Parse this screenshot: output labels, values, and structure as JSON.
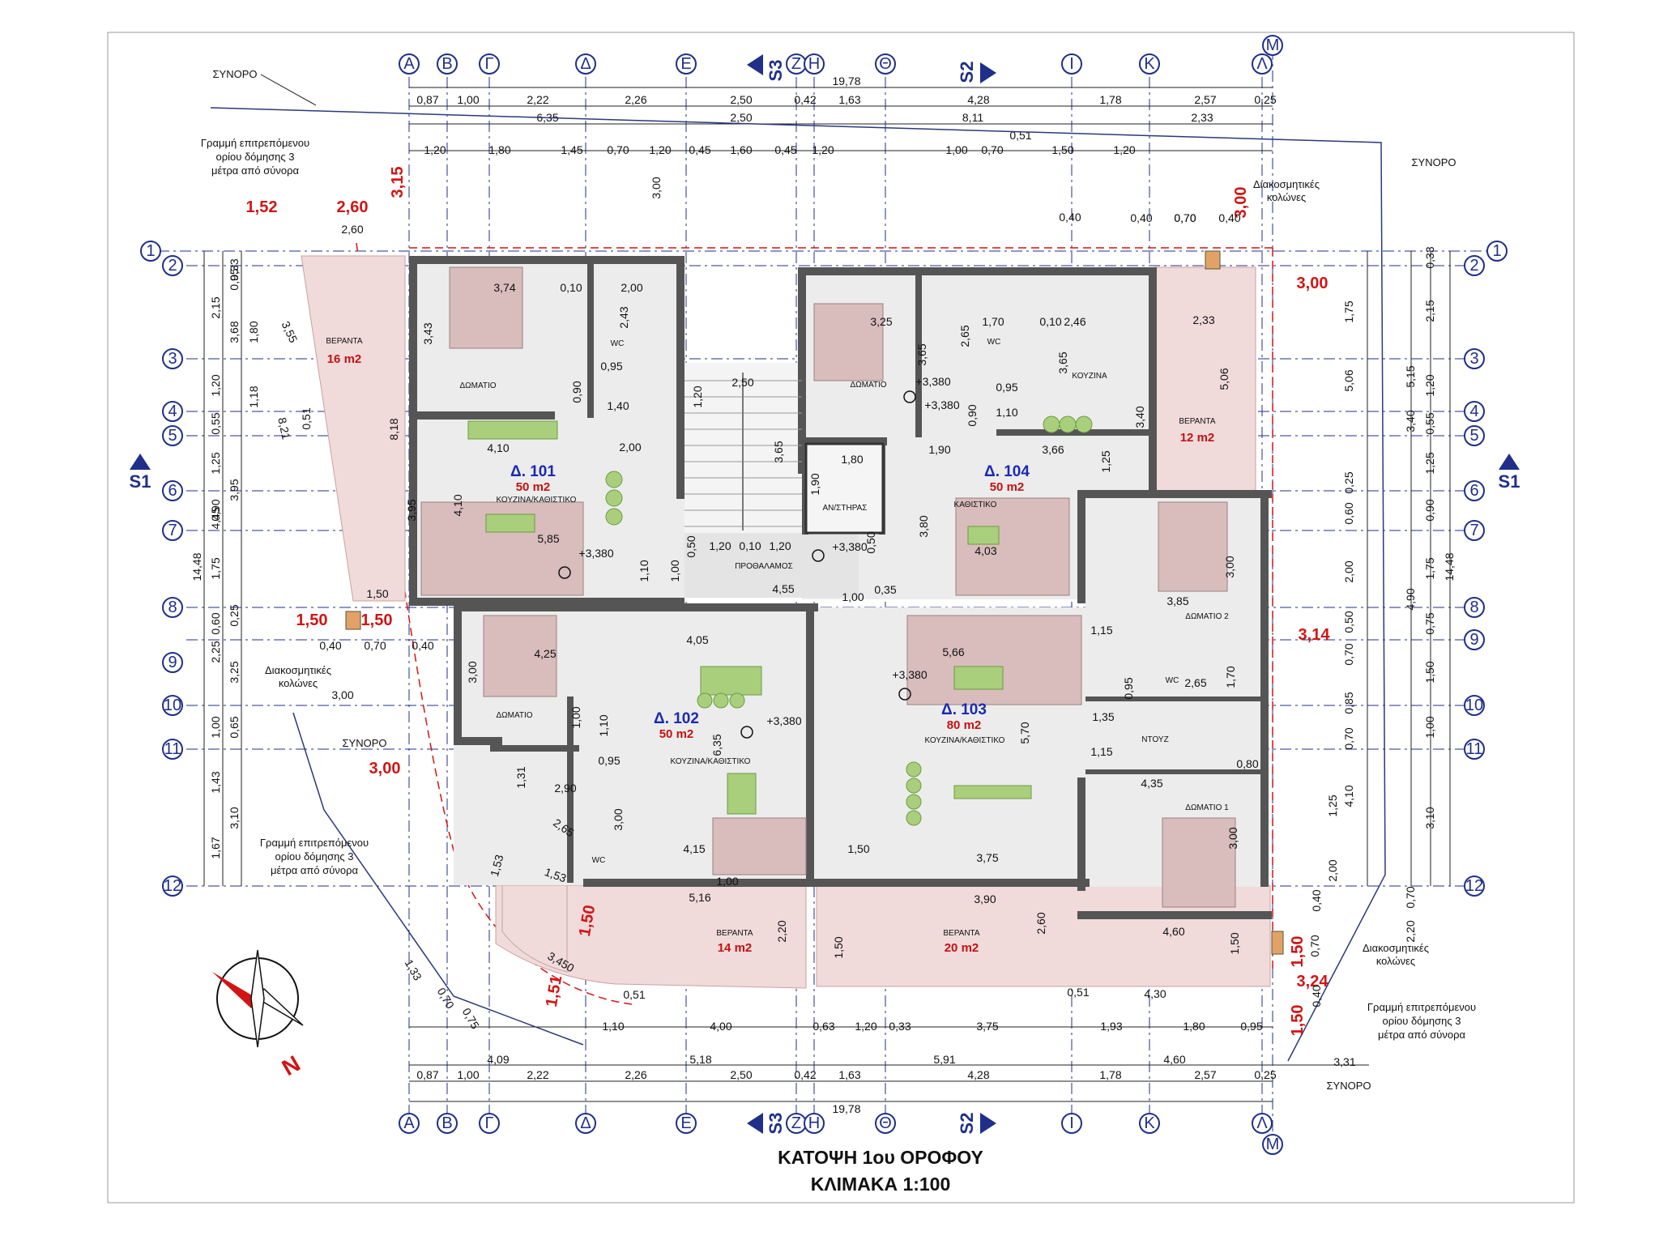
{
  "title": {
    "line1": "ΚΑΤΟΨΗ 1ου ΟΡΟΦΟΥ",
    "line2": "ΚΛΙΜΑΚΑ 1:100"
  },
  "axes_top": [
    "Α",
    "Β",
    "Γ",
    "Δ",
    "Ε",
    "Ζ",
    "Η",
    "Θ",
    "Ι",
    "Κ",
    "Λ",
    "Μ"
  ],
  "axes_side": [
    "1",
    "2",
    "3",
    "4",
    "5",
    "6",
    "7",
    "8",
    "9",
    "10",
    "11",
    "12"
  ],
  "sections": {
    "s1": "S1",
    "s2": "S2",
    "s3": "S3"
  },
  "dims_top": {
    "total": "19,78",
    "row1": [
      "0,87",
      "1,00",
      "2,22",
      "2,26",
      "2,50",
      "0,42",
      "1,63",
      "4,28",
      "1,78",
      "2,57",
      "0,25"
    ],
    "row2": [
      "6,35",
      "2,50",
      "8,11",
      "2,33"
    ],
    "row2b": "0,51",
    "row3": [
      "1,20",
      "1,80",
      "1,45",
      "0,70",
      "1,20",
      "0,45",
      "1,60",
      "0,45",
      "1,20",
      "1,00",
      "0,70",
      "1,50",
      "1,20"
    ]
  },
  "dims_bottom": {
    "total": "19,78",
    "row1": [
      "0,87",
      "1,00",
      "2,22",
      "2,26",
      "2,50",
      "0,42",
      "1,63",
      "4,28",
      "1,78",
      "2,57",
      "0,25"
    ],
    "row2": [
      "4,09",
      "5,18",
      "5,91",
      "4,60",
      "3,31"
    ],
    "row3": [
      "1,10",
      "4,00",
      "0,63",
      "1,20",
      "0,33",
      "3,75",
      "1,93",
      "1,80",
      "0,95"
    ]
  },
  "dims_left": {
    "total": "14,48",
    "col1": [
      "0,33",
      "0,95",
      "2,15",
      "1,20",
      "0,55",
      "1,25",
      "0,90",
      "1,75",
      "0,25",
      "0,60",
      "2,25",
      "1,00",
      "0,65",
      "1,43",
      "1,67"
    ],
    "col2": [
      "3,68",
      "3,95",
      "4,45",
      "3,25",
      "3,10"
    ],
    "col3": [
      "1,80",
      "1,18"
    ]
  },
  "dims_right": {
    "total": "14,48",
    "col1": [
      "0,33",
      "2,15",
      "1,20",
      "0,55",
      "1,25",
      "0,90",
      "1,75",
      "0,75",
      "1,50",
      "1,00",
      "0,70"
    ],
    "col2": [
      "5,15",
      "3,40",
      "4,90",
      "3,10",
      "2,20"
    ],
    "col3": [
      "1,75",
      "5,06",
      "0,25",
      "0,60",
      "2,00",
      "0,50",
      "0,70",
      "0,85",
      "0,70",
      "4,10",
      "1,25",
      "2,00"
    ]
  },
  "red_dims": {
    "r1": "1,52",
    "r2": "2,60",
    "r3": "3,15",
    "r4": "3,00",
    "r5": "3,00",
    "r6": "1,50",
    "r7": "1,50",
    "r8": "3,00",
    "r9": "3,14",
    "r10": "1,50",
    "r11": "1,51",
    "r12": "1,50",
    "r13": "3,24",
    "r14": "1,50"
  },
  "apartments": [
    {
      "id": "Δ. 101",
      "area": "50 m2"
    },
    {
      "id": "Δ. 102",
      "area": "50 m2"
    },
    {
      "id": "Δ. 103",
      "area": "80 m2"
    },
    {
      "id": "Δ. 104",
      "area": "50 m2"
    }
  ],
  "rooms": {
    "bedroom": "ΔΩΜΑΤΙΟ",
    "bedroom1": "ΔΩΜΑΤΙΟ 1",
    "bedroom2": "ΔΩΜΑΤΙΟ 2",
    "wc": "WC",
    "shower": "ΝΤΟΥΖ",
    "kitchen_living": "ΚΟΥΖΙΝΑ/ΚΑΘΙΣΤΙΚΟ",
    "kitchen": "ΚΟΥΖΙΝΑ",
    "living": "ΚΑΘΙΣΤΙΚΟ",
    "elevator": "ΑΝ/ΣΤΗΡΑΣ",
    "lobby": "ΠΡΟΘΑΛΑΜΟΣ"
  },
  "verandas": [
    {
      "label": "ΒΕΡΑΝΤΑ",
      "area": "16 m2"
    },
    {
      "label": "ΒΕΡΑΝΤΑ",
      "area": "12 m2"
    },
    {
      "label": "ΒΕΡΑΝΤΑ",
      "area": "14 m2"
    },
    {
      "label": "ΒΕΡΑΝΤΑ",
      "area": "20 m2"
    }
  ],
  "levels": {
    "l1": "+3,380",
    "l2": "+3,380",
    "l3": "+3,380",
    "l4": "+3,380",
    "l5": "+3,380",
    "l6": "+3,380"
  },
  "notes": {
    "boundary": "ΣΥΝΟΡΟ",
    "setback_1": "Γραμμή επιτρεπόμενου",
    "setback_2": "ορίου δόμησης 3",
    "setback_3": "μέτρα από σύνορα",
    "deco_1": "Διακοσμητικές",
    "deco_2": "κολώνες"
  },
  "room_dims": {
    "a": "3,74",
    "b": "0,10",
    "c": "2,00",
    "d": "2,43",
    "e": "3,43",
    "f": "0,95",
    "g": "0,90",
    "h": "1,40",
    "i": "4,10",
    "j": "2,00",
    "k": "3,95",
    "l": "4,10",
    "m": "5,85",
    "n": "1,10",
    "o": "1,00",
    "p": "0,50",
    "q": "1,20",
    "r": "0,10",
    "s": "1,20",
    "t": "0,50",
    "u": "4,55",
    "v": "0,35",
    "w": "1,00",
    "x": "2,50",
    "y": "1,20",
    "z": "3,65",
    "aa": "1,80",
    "ab": "1,90",
    "ac": "3,25",
    "ad": "3,65",
    "ae": "1,70",
    "af": "2,65",
    "ag": "0,10",
    "ah": "2,46",
    "ai": "3,65",
    "aj": "0,90",
    "ak": "0,95",
    "al": "1,10",
    "am": "1,90",
    "an": "3,66",
    "ao": "1,25",
    "ap": "3,40",
    "aq": "3,80",
    "ar": "4,03",
    "as": "2,33",
    "at": "5,06",
    "au": "3,85",
    "av": "3,00",
    "aw": "4,25",
    "ax": "4,05",
    "ay": "3,00",
    "az": "1,00",
    "ba": "1,10",
    "bb": "6,35",
    "bc": "0,95",
    "bd": "1,31",
    "be": "2,90",
    "bf": "2,65",
    "bg": "3,00",
    "bh": "4,15",
    "bi": "1,00",
    "bj": "5,66",
    "bk": "5,70",
    "bl": "1,15",
    "bm": "0,95",
    "bn": "2,65",
    "bo": "1,70",
    "bp": "1,35",
    "bq": "1,15",
    "br": "0,80",
    "bs": "4,35",
    "bt": "3,00",
    "bu": "1,50",
    "bv": "3,75",
    "bw": "5,16",
    "bx": "3,90",
    "by": "2,20",
    "bz": "2,60",
    "ca": "1,50",
    "cb": "4,60",
    "cc": "1,50",
    "cd": "4,30",
    "ce": "0,51",
    "cf": "0,51",
    "cg": "1,53",
    "ch": "1,53",
    "ci": "3,450",
    "cj": "0,70",
    "ck": "0,75",
    "cl": "1,33",
    "cm": "0,40",
    "cn": "0,70",
    "co": "0,40",
    "cp": "0,40",
    "cq": "0,70",
    "cr": "0,40",
    "cs": "3,00",
    "ct": "2,60",
    "cu": "3,55",
    "cv": "8,21",
    "cw": "8,18",
    "cx": "0,51",
    "cy": "1,50",
    "cz": "0,40",
    "da": "0,70",
    "db": "0,40",
    "dc": "0,40",
    "dd": "0,70",
    "de": "3,00"
  },
  "compass_label": "N",
  "colors": {
    "axis": "#1f2f8a",
    "red": "#d21414",
    "veranda": "#f1dada",
    "apt_blue": "#1a2ab0"
  }
}
